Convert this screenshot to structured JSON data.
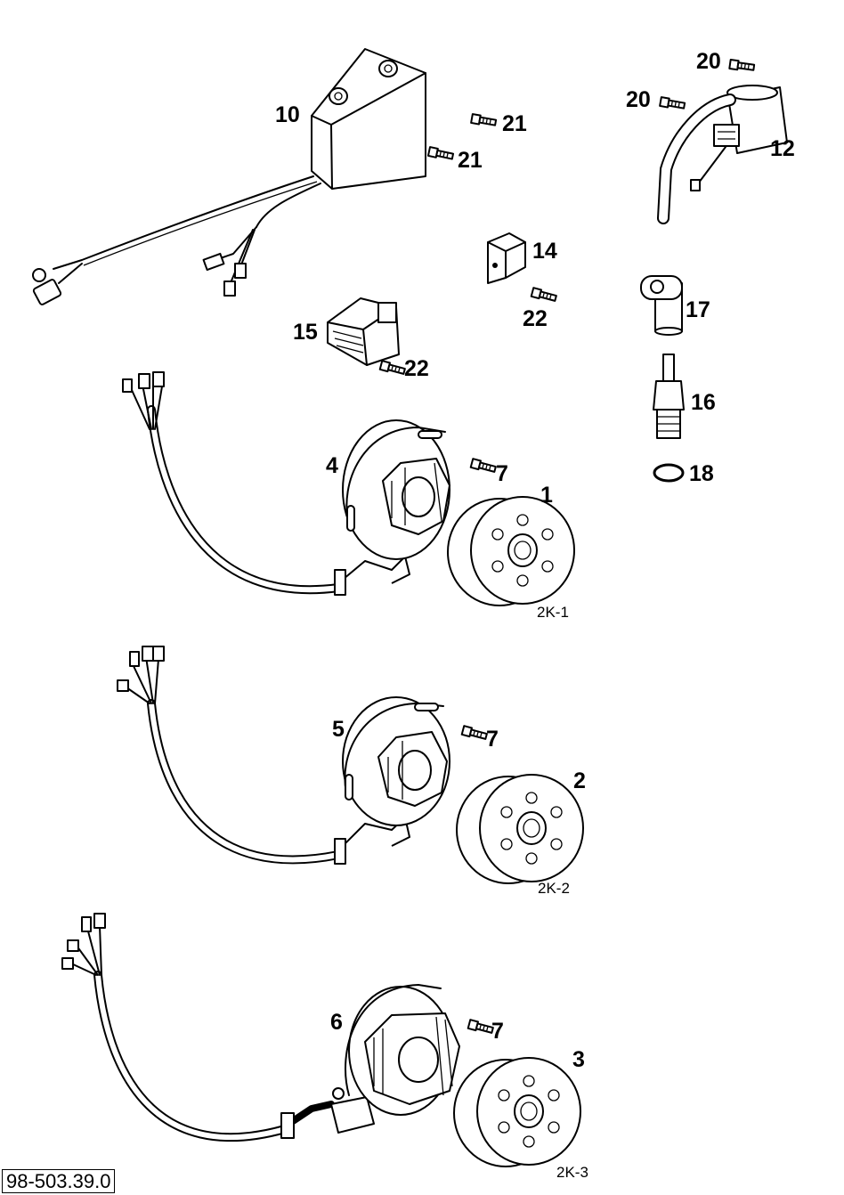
{
  "callouts": {
    "c1": "1",
    "c2": "2",
    "c3": "3",
    "c4": "4",
    "c5": "5",
    "c6": "6",
    "c7a": "7",
    "c7b": "7",
    "c7c": "7",
    "c10": "10",
    "c12": "12",
    "c14": "14",
    "c15": "15",
    "c16": "16",
    "c17": "17",
    "c18": "18",
    "c20a": "20",
    "c20b": "20",
    "c21a": "21",
    "c21b": "21",
    "c22a": "22",
    "c22b": "22"
  },
  "variants": {
    "v1": "2K-1",
    "v2": "2K-2",
    "v3": "2K-3"
  },
  "part_code": "98-503.39.0"
}
